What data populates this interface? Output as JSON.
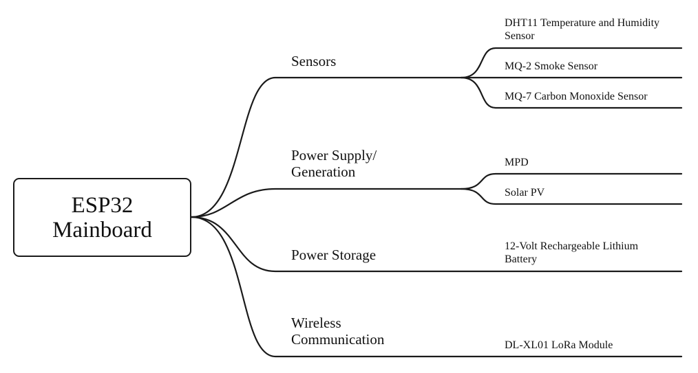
{
  "root": {
    "line1": "ESP32",
    "line2": "Mainboard"
  },
  "branches": [
    {
      "line1": "Sensors",
      "line2": "",
      "leaves": [
        {
          "line1": "DHT11 Temperature and Humidity",
          "line2": "Sensor"
        },
        {
          "line1": "MQ-2 Smoke Sensor",
          "line2": ""
        },
        {
          "line1": "MQ-7 Carbon Monoxide Sensor",
          "line2": ""
        }
      ]
    },
    {
      "line1": "Power Supply/",
      "line2": "Generation",
      "leaves": [
        {
          "line1": "MPD",
          "line2": ""
        },
        {
          "line1": "Solar PV",
          "line2": ""
        }
      ]
    },
    {
      "line1": "Power Storage",
      "line2": "",
      "leaves": [
        {
          "line1": "12-Volt Rechargeable Lithium",
          "line2": "Battery"
        }
      ]
    },
    {
      "line1": "Wireless",
      "line2": "Communication",
      "leaves": [
        {
          "line1": "DL-XL01 LoRa Module",
          "line2": ""
        }
      ]
    }
  ]
}
